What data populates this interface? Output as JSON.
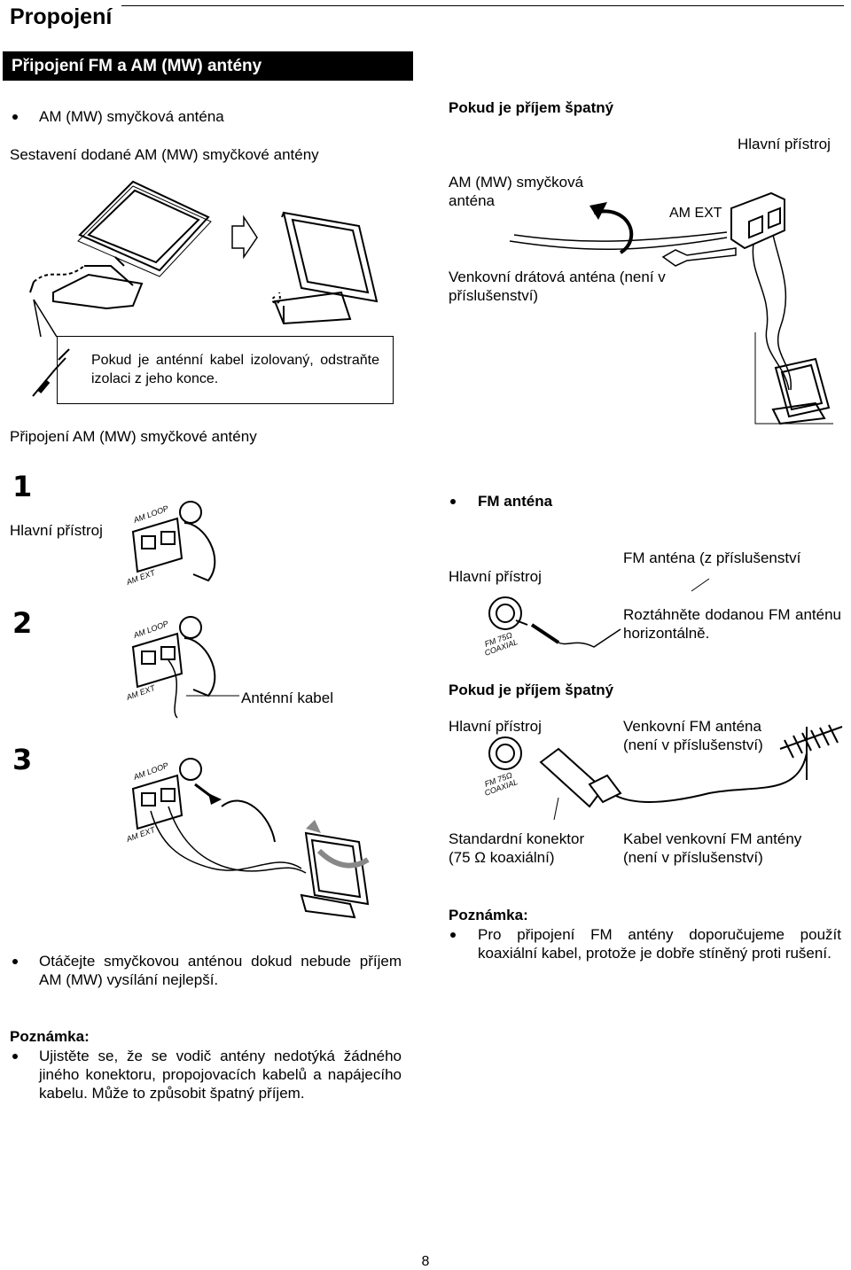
{
  "page": {
    "title": "Propojení",
    "section": "Připojení FM a AM (MW) antény",
    "page_number": "8"
  },
  "am": {
    "bullet_label": "AM (MW) smyčková anténa",
    "assembly_heading": "Sestavení dodané AM (MW) smyčkové antény",
    "callout_text": "Pokud je anténní kabel izolovaný, odstraňte izolaci z jeho konce.",
    "connect_heading": "Připojení AM (MW) smyčkové antény",
    "main_unit": "Hlavní přístroj",
    "steps": [
      "1",
      "2",
      "3"
    ],
    "cable_label": "Anténní kabel",
    "terminal_loop": "AM LOOP",
    "terminal_ext": "AM EXT",
    "rotate_tip": "Otáčejte smyčkovou anténou dokud nebude příjem AM (MW) vysílání nejlepší."
  },
  "poor_am": {
    "heading": "Pokud je příjem špatný",
    "main_unit": "Hlavní přístroj",
    "loop_label": "AM (MW) smyčková anténa",
    "am_ext": "AM EXT",
    "outdoor_wire": "Venkovní drátová anténa (není v příslušenství)"
  },
  "fm": {
    "bullet_label": "FM anténa",
    "main_unit": "Hlavní přístroj",
    "antenna_label": "FM anténa (z příslušenství",
    "extend_tip": "Roztáhněte dodanou FM anténu horizontálně.",
    "terminal": "FM 75Ω COAXIAL",
    "poor_heading": "Pokud je příjem špatný",
    "poor_main_unit": "Hlavní přístroj",
    "outdoor_fm": "Venkovní FM anténa (není v příslušenství)",
    "std_connector": "Standardní konektor (75 Ω koaxiální)",
    "fm_cable": "Kabel venkovní FM antény (není v příslušenství)",
    "note_heading": "Poznámka:",
    "note_text": "Pro připojení FM antény doporučujeme použít koaxiální kabel, protože je dobře stíněný proti rušení."
  },
  "bottom_note": {
    "heading": "Poznámka:",
    "text": "Ujistěte se, že se vodič antény nedotýká žádného jiného konektoru, propojovacích kabelů a napájecího kabelu. Může to způsobit špatný příjem."
  }
}
